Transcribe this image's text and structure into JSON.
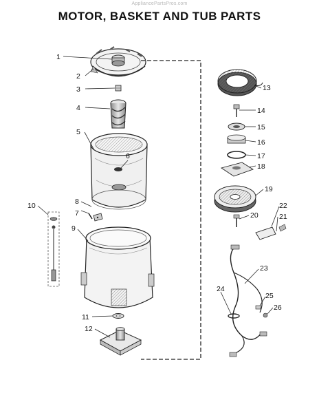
{
  "watermark": "AppliancePartsPros.com",
  "title": "MOTOR, BASKET AND TUB PARTS",
  "callouts": [
    "1",
    "2",
    "3",
    "4",
    "5",
    "6",
    "7",
    "8",
    "9",
    "10",
    "11",
    "12",
    "13",
    "14",
    "15",
    "16",
    "17",
    "18",
    "19",
    "20",
    "21",
    "22",
    "23",
    "24",
    "25",
    "26"
  ],
  "colors": {
    "ink": "#111111",
    "stroke": "#2a2a2a",
    "shade": "#9a9a9a",
    "light": "#d9d9d9",
    "background": "#ffffff"
  }
}
